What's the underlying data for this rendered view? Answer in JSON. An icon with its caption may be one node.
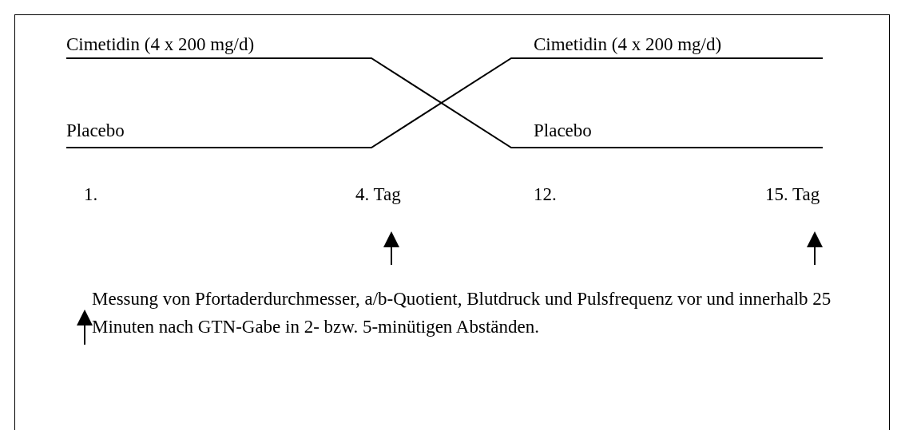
{
  "diagram": {
    "labels": [
      "Cimetidin (4 x 200 mg/d)",
      "Cimetidin (4 x 200 mg/d)",
      "Placebo",
      "Placebo",
      "1.",
      "4. Tag",
      "12.",
      "15. Tag"
    ],
    "legend": [
      {
        "text": "Messung von Pfortaderdurchmesser, a/b-Quotient, Blutdruck und Pulsfrequenz vor und innerhalb 25 Minuten nach GTN-Gabe in 2- bzw. 5-minütigen Abständen."
      }
    ]
  }
}
